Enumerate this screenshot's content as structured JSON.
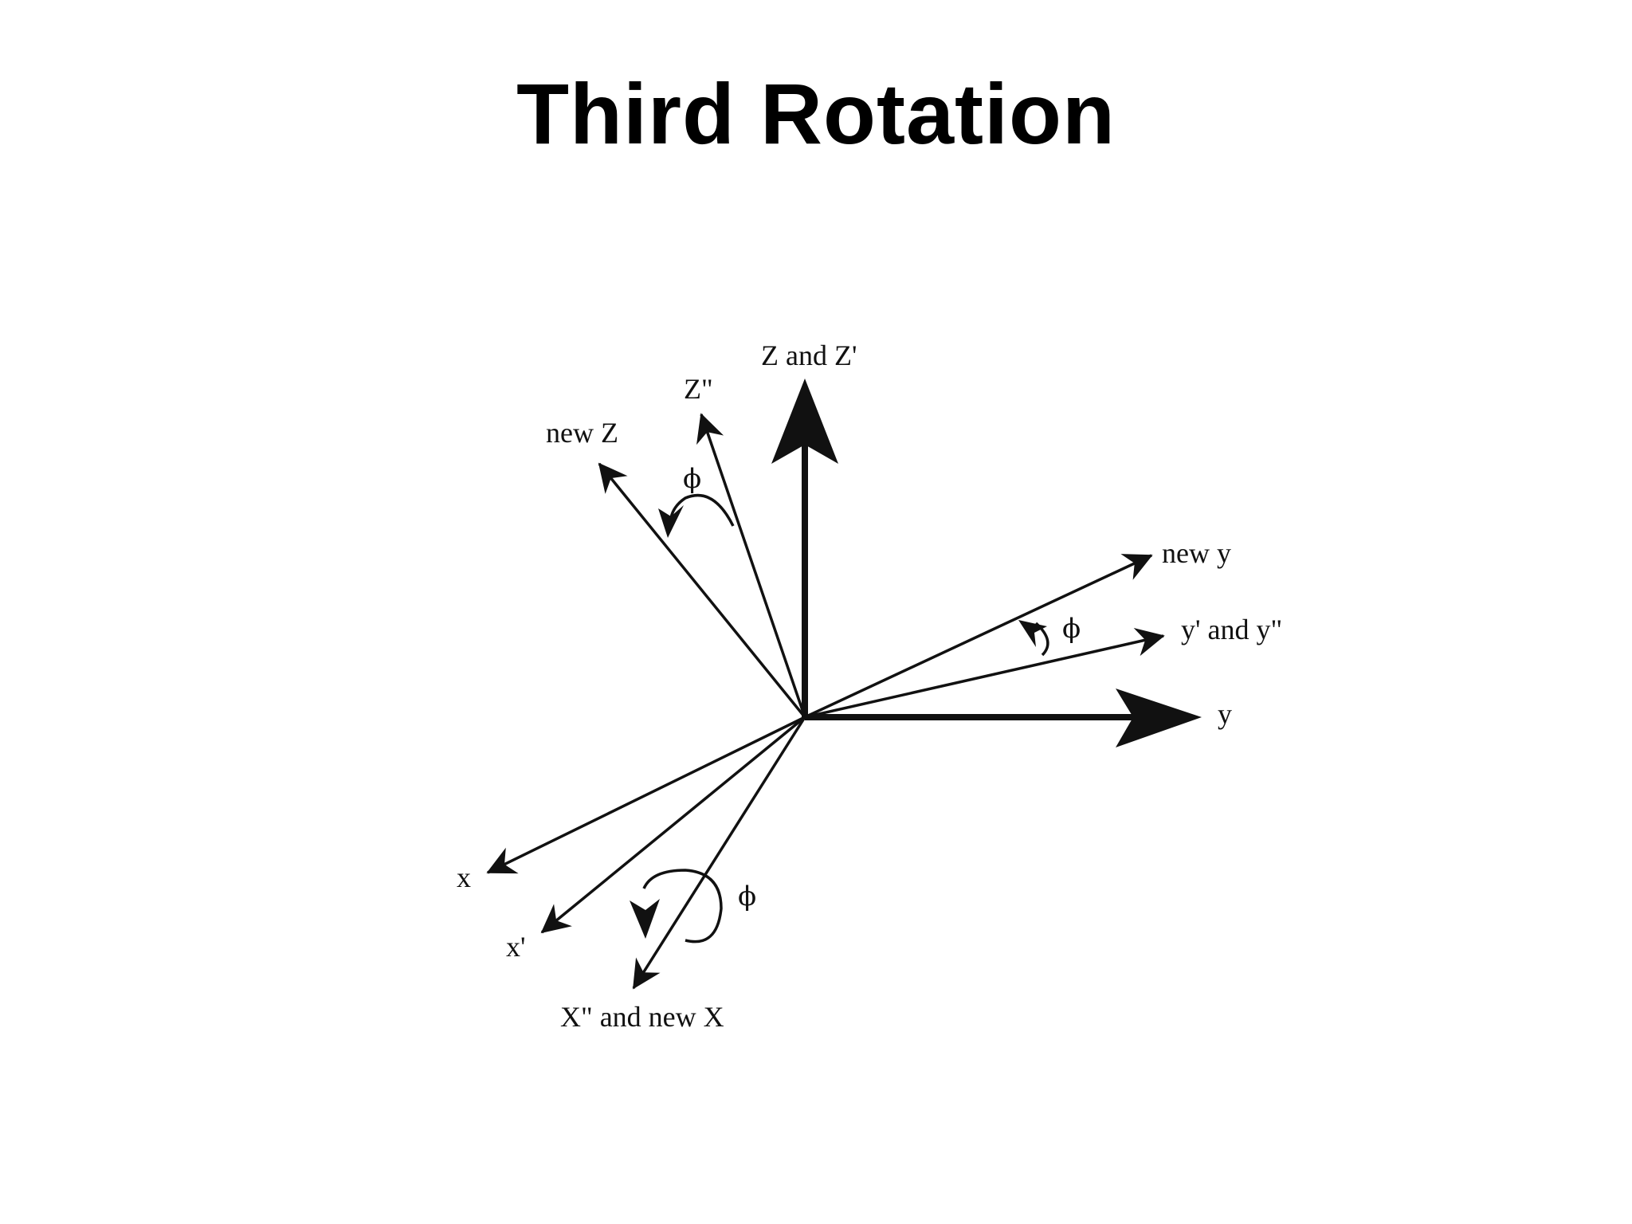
{
  "title": "Third Rotation",
  "colors": {
    "ink": "#111111",
    "background": "#ffffff"
  },
  "axes": {
    "z_and_z_prime": "Z and Z'",
    "z_double_prime": "Z\"",
    "new_z": "new Z",
    "new_y": "new y",
    "y_prime_and_y_double_prime": "y' and y\"",
    "y": "y",
    "x": "x",
    "x_prime": "x'",
    "x_double_prime_and_new_x": "X\" and new X"
  },
  "angle_symbol": "ϕ"
}
